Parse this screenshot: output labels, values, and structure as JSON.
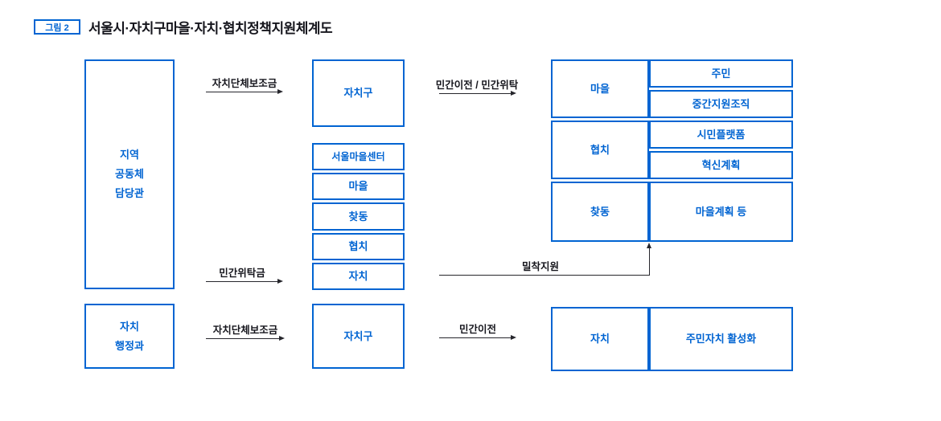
{
  "title": {
    "badge": "그림 2",
    "text": "서울시·자치구마을·자치·협치정책지원체계도"
  },
  "left_column": {
    "main_box": "지역\n공동체\n담당관",
    "bottom_box": "자치\n행정과"
  },
  "middle_column": {
    "top_box": "자치구",
    "stack": [
      "서울마을센터",
      "마을",
      "찾동",
      "협치",
      "자치"
    ],
    "bottom_box": "자치구"
  },
  "right_table": {
    "groups": [
      {
        "label": "마을",
        "items": [
          "주민",
          "중간지원조직"
        ]
      },
      {
        "label": "협치",
        "items": [
          "시민플랫폼",
          "혁신계획"
        ]
      },
      {
        "label": "찾동",
        "items": [
          "마을계획 등"
        ]
      }
    ]
  },
  "bottom_right_table": {
    "label": "자치",
    "item": "주민자치 활성화"
  },
  "arrows": {
    "top_left": "자치단체보조금",
    "mid_left": "민간위탁금",
    "top_right": "민간이전 / 민간위탁",
    "mid_right": "밀착지원",
    "bottom_left": "자치단체보조금",
    "bottom_right": "민간이전"
  },
  "colors": {
    "accent": "#0064D2",
    "text_dark": "#15151C",
    "arrow": "#26262C"
  }
}
